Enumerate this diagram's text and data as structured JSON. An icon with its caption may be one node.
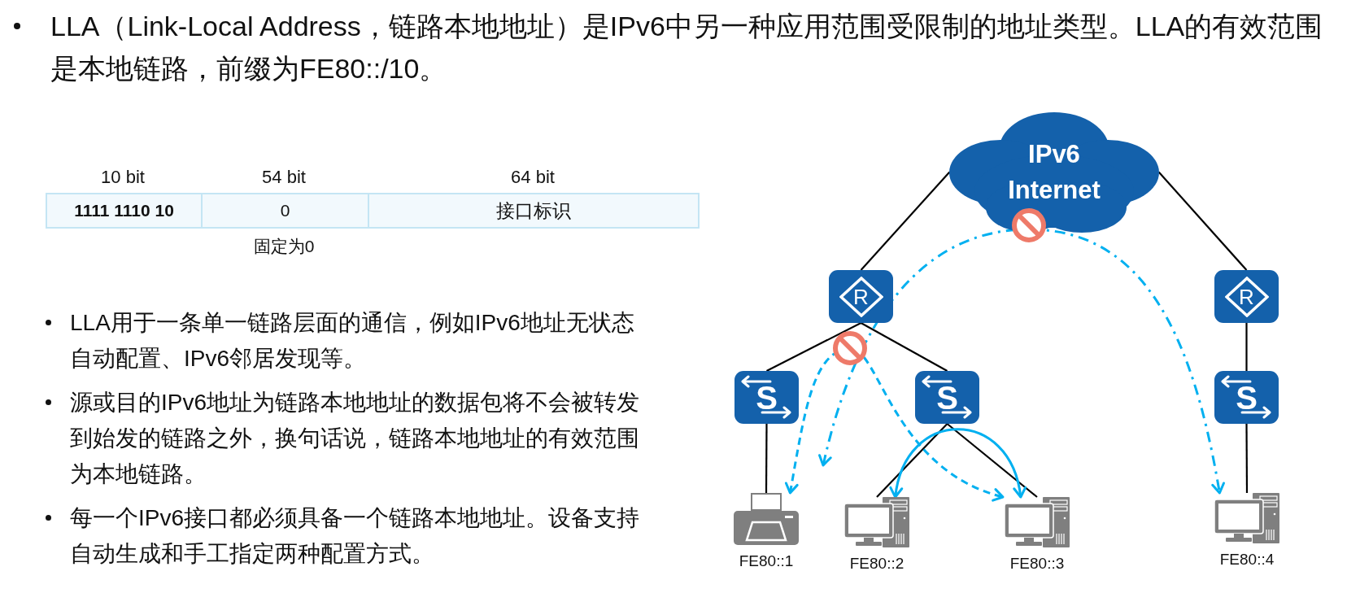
{
  "diagram": {
    "nodes": [
      {
        "text": [
          "IPv6 Internet"
        ]
      },
      {
        "text": [
          "R"
        ]
      },
      {
        "text": [
          "R"
        ]
      },
      {
        "text": [
          "S"
        ]
      },
      {
        "text": [
          "S"
        ]
      },
      {
        "text": [
          "S"
        ]
      },
      {
        "text": [
          "FE80::1"
        ]
      },
      {
        "text": [
          "FE80::2"
        ]
      },
      {
        "text": [
          "FE80::3"
        ]
      },
      {
        "text": [
          "FE80::4"
        ]
      }
    ],
    "edges": [
      {
        "from": 0,
        "to": 1,
        "arrow": "none"
      },
      {
        "from": 0,
        "to": 2,
        "arrow": "none"
      },
      {
        "from": 1,
        "to": 3,
        "arrow": "none"
      },
      {
        "from": 1,
        "to": 4,
        "arrow": "none"
      },
      {
        "from": 2,
        "to": 5,
        "arrow": "none"
      },
      {
        "from": 3,
        "to": 6,
        "arrow": "none"
      },
      {
        "from": 4,
        "to": 7,
        "arrow": "none"
      },
      {
        "from": 4,
        "to": 8,
        "arrow": "none"
      },
      {
        "from": 5,
        "to": 9,
        "arrow": "none"
      },
      {
        "from": 7,
        "to": 8,
        "arrow": "both",
        "color": "#00b0f0"
      },
      {
        "from": 6,
        "to": 8,
        "arrow": "both",
        "style": "dashed",
        "color": "#00b0f0"
      },
      {
        "from": null,
        "to": 9,
        "arrow": "both",
        "style": "dashed",
        "color": "#00b0f0"
      }
    ],
    "labels": [
      "LLA（Link-Local Address，链路本地地址）是IPv6中另一种应用范围受限制的地址类型。LLA的有效范围是本地链路，前缀为FE80::/10。",
      "10 bit",
      "54 bit",
      "64 bit",
      "1111 1110 10",
      "0",
      "接口标识",
      "固定为0",
      "LLA用于一条单一链路层面的通信，例如IPv6地址无状态自动配置、IPv6邻居发现等。",
      "源或目的IPv6地址为链路本地地址的数据包将不会被转发到始发的链路之外，换句话说，链路本地地址的有效范围为本地链路。",
      "每一个IPv6接口都必须具备一个链路本地地址。设备支持自动生成和手工指定两种配置方式。"
    ]
  }
}
